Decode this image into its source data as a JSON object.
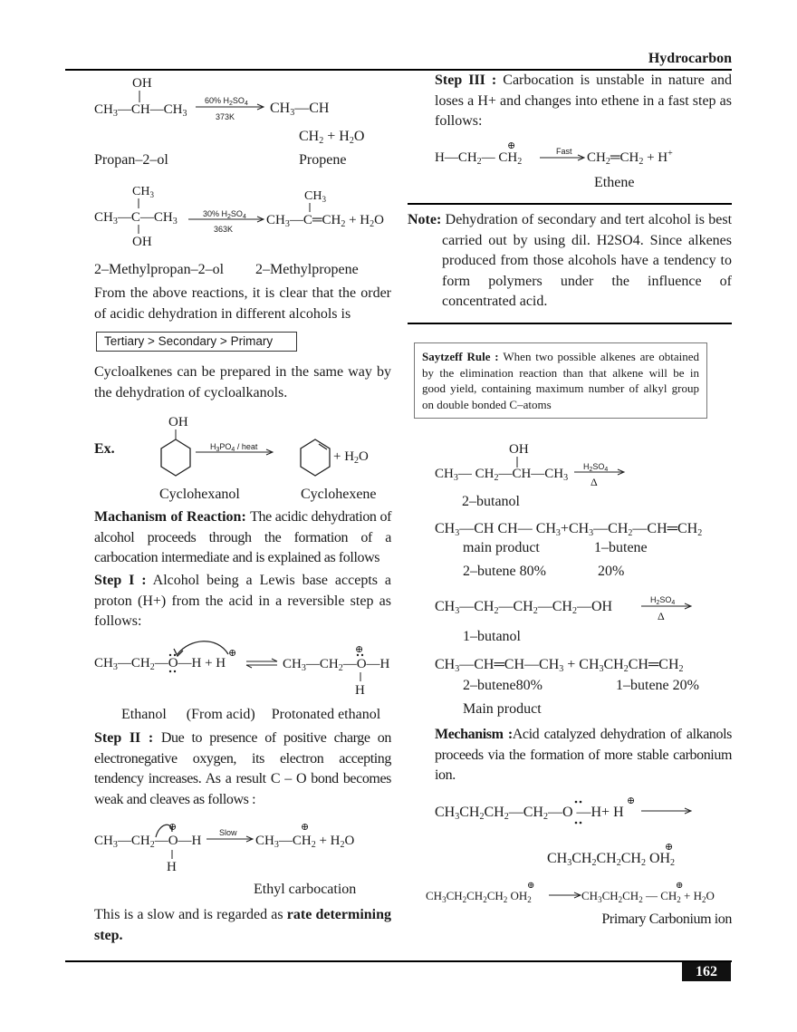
{
  "header": {
    "title": "Hydrocarbon"
  },
  "left": {
    "r1": {
      "oh": "OH",
      "reactant": "CH3—CH—CH3",
      "reagent": "60% H2SO4",
      "cond": "373K",
      "prod_top": "CH3—CH",
      "prod_bot": "CH2 + H2O",
      "name_l": "Propan–2–ol",
      "name_r": "Propene"
    },
    "r2": {
      "ch3_top": "CH3",
      "reactant": "CH3—C—CH3",
      "oh": "OH",
      "reagent": "30% H2SO4",
      "cond": "363K",
      "prod_ch3": "CH3",
      "product": "CH3—C═CH2 + H2O",
      "name_l": "2–Methylpropan–2–ol",
      "name_r": "2–Methylpropene"
    },
    "para1": "From the above reactions, it is clear that the order of acidic dehydration in different alcohols is",
    "order_box": "Tertiary > Secondary > Primary",
    "para2": "Cycloalkenes can be prepared in the same way by the dehydration of cycloalkanols.",
    "ex": {
      "label": "Ex.",
      "oh": "OH",
      "reagent": "H3PO4 / heat",
      "product_tail": "+ H2O",
      "name_l": "Cyclohexanol",
      "name_r": "Cyclohexene"
    },
    "mech_heading": "Machanism of Reaction:",
    "mech_text": "The acidic dehydration of alcohol proceeds through the formation of a carbocation intermediate and is explained as follows",
    "step1_label": "Step I :",
    "step1_text": "Alcohol being a Lewis base accepts a proton (H+) from the acid in a reversible step as follows:",
    "step1_eq": {
      "left": "CH3—CH2—Ö—H",
      "plus": "+",
      "h": "H",
      "right": "CH3—CH2—Ö—H",
      "h_below": "H",
      "charge": "⊕"
    },
    "step1_names": {
      "a": "Ethanol",
      "b": "(From acid)",
      "c": "Protonated ethanol"
    },
    "step2_label": "Step II :",
    "step2_text": "Due to presence of positive charge on electronegative oxygen, its electron accepting tendency increases. As a result C – O bond becomes weak and cleaves as follows :",
    "step2_eq": {
      "left": "CH3—CH2—Ö—H",
      "h_below": "H",
      "arrow": "Slow",
      "product": "CH3—CH2 + H2O",
      "charge": "⊕"
    },
    "step2_name": "Ethyl carbocation",
    "rds_text": "This is a slow and is regarded as",
    "rds_bold": "rate determining step."
  },
  "right": {
    "step3_label": "Step III :",
    "step3_text": "Carbocation is unstable in nature and loses a H+ and changes into ethene in a fast step as follows:",
    "step3_eq": {
      "left": "H—CH2—CH2",
      "arrow": "Fast",
      "product": "CH2═CH2 + H+",
      "charge": "⊕"
    },
    "step3_name": "Ethene",
    "note_label": "Note:",
    "note_text": "Dehydration of secondary and tert alcohol is best carried out by using dil. H2SO4. Since alkenes produced from those alcohols have a tendency to form polymers under the influence of concentrated acid.",
    "saytzeff_label": "Saytzeff Rule :",
    "saytzeff_text": "When two possible alkenes are obtained by the elimination reaction than that alkene will be in good yield, containing maximum number of alkyl group on double bonded C–atoms",
    "eq1": {
      "oh": "OH",
      "reactant": "CH3—CH2—CH—CH3",
      "reagent": "H2SO4",
      "cond": "Δ",
      "name": "2–butanol"
    },
    "eq1_products": "CH3—CH CH— CH3+CH3—CH2—CH═CH2",
    "eq1_labels": {
      "a": "main product",
      "b": "1–butene",
      "c": "2–butene 80%",
      "d": "20%"
    },
    "eq2": {
      "reactant": "CH3—CH2—CH2—CH2—OH",
      "reagent": "H2SO4",
      "cond": "Δ",
      "name": "1–butanol"
    },
    "eq2_products": "CH3—CH═CH—CH3 + CH3CH2CH═CH2",
    "eq2_labels": {
      "a": "2–butene80%",
      "b": "1–butene 20%",
      "c": "Main product"
    },
    "mech_label": "Mechanism :",
    "mech_text": "Acid catalyzed dehydration of alkanols proceeds via the formation of more stable carbonium ion.",
    "m1": "CH3CH2CH2—CH2—Ö—H+ H",
    "m2": "CH3CH2CH2CH2 OH2",
    "m3_left": "CH3CH2CH2CH2 OH2",
    "m3_right": "CH3CH2CH2 — CH2 + H2O",
    "m_charge": "⊕",
    "carbonium": "Primary Carbonium ion"
  },
  "footer": {
    "page": "162"
  }
}
